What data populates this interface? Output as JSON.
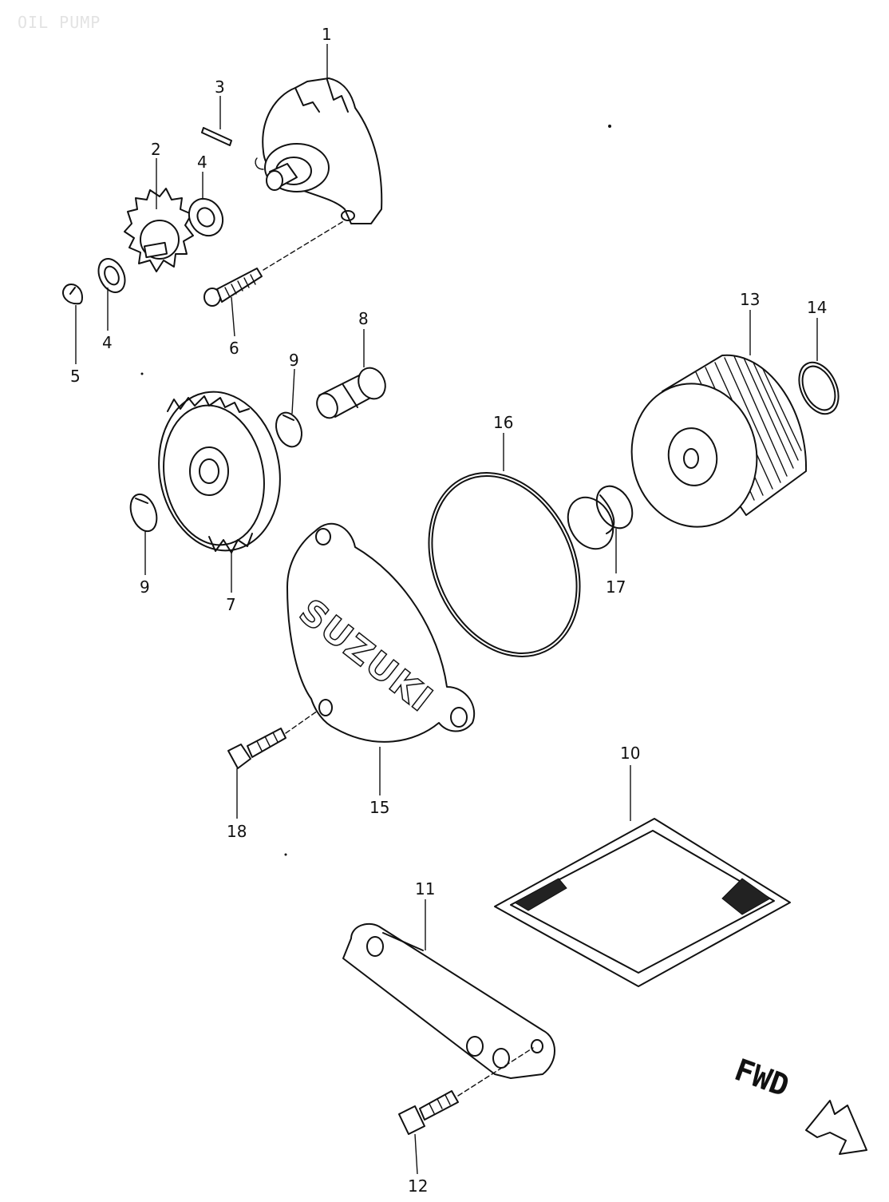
{
  "title": "OIL PUMP",
  "parts": [
    {
      "id": "p1",
      "number": "1"
    },
    {
      "id": "p2",
      "number": "2"
    },
    {
      "id": "p3",
      "number": "3"
    },
    {
      "id": "p4a",
      "number": "4"
    },
    {
      "id": "p4b",
      "number": "4"
    },
    {
      "id": "p5",
      "number": "5"
    },
    {
      "id": "p6",
      "number": "6"
    },
    {
      "id": "p7",
      "number": "7"
    },
    {
      "id": "p8",
      "number": "8"
    },
    {
      "id": "p9a",
      "number": "9"
    },
    {
      "id": "p9b",
      "number": "9"
    },
    {
      "id": "p10",
      "number": "10"
    },
    {
      "id": "p11",
      "number": "11"
    },
    {
      "id": "p12",
      "number": "12"
    },
    {
      "id": "p13",
      "number": "13"
    },
    {
      "id": "p14",
      "number": "14"
    },
    {
      "id": "p15",
      "number": "15"
    },
    {
      "id": "p16",
      "number": "16"
    },
    {
      "id": "p17",
      "number": "17"
    },
    {
      "id": "p18",
      "number": "18"
    }
  ],
  "cover_logo": "SUZUKI",
  "direction_label": "FWD"
}
